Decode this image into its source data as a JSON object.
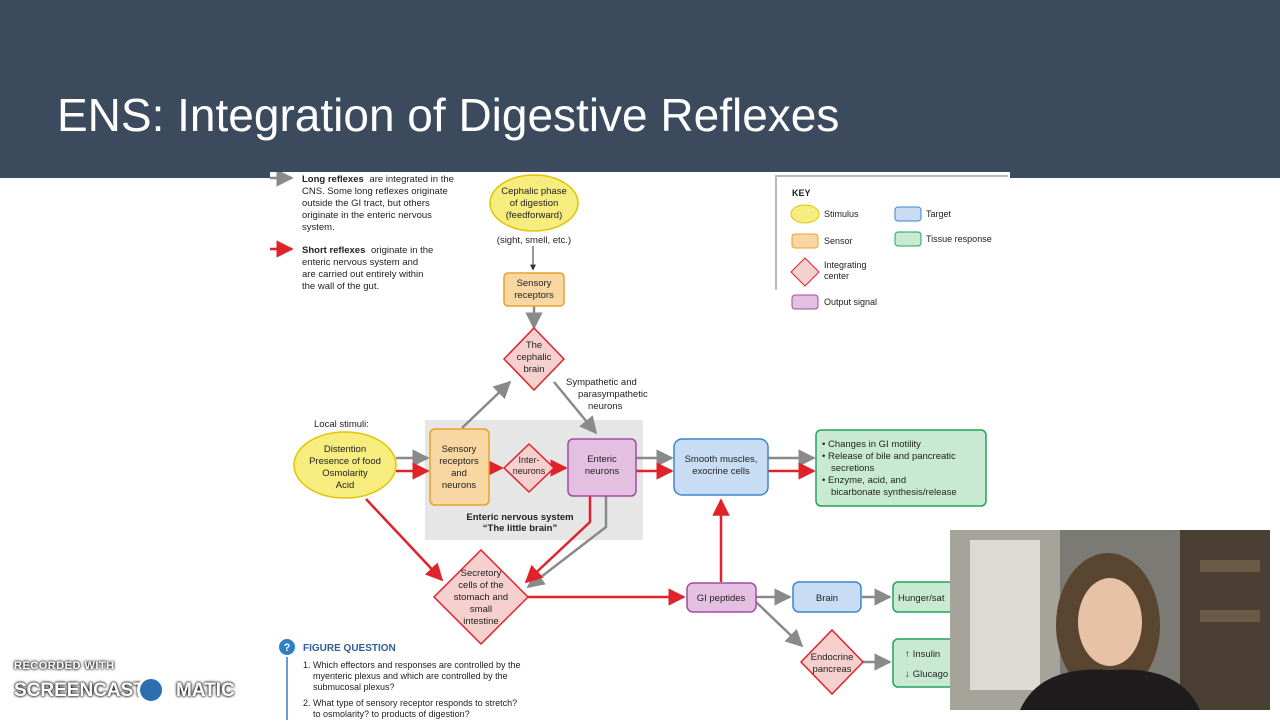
{
  "slide": {
    "title": "ENS: Integration of Digestive Reflexes"
  },
  "legend_top": {
    "long_bold": "Long reflexes",
    "long_lines": [
      "are integrated in the",
      "CNS. Some long reflexes originate",
      "outside the GI tract, but others",
      "originate in the enteric nervous",
      "system."
    ],
    "short_bold": "Short reflexes",
    "short_lines": [
      "originate in the",
      "enteric nervous system and",
      "are carried out entirely within",
      "the wall of the gut."
    ]
  },
  "key": {
    "title": "KEY",
    "stimulus": "Stimulus",
    "sensor": "Sensor",
    "integrating": [
      "Integrating",
      "center"
    ],
    "output": "Output signal",
    "target": "Target",
    "tissue": "Tissue response"
  },
  "nodes": {
    "cephalic_phase": [
      "Cephalic phase",
      "of digestion",
      "(feedforward)"
    ],
    "cephalic_note": "(sight, smell, etc.)",
    "sensory_receptors": [
      "Sensory",
      "receptors"
    ],
    "cephalic_brain": [
      "The",
      "cephalic",
      "brain"
    ],
    "sympathetic": [
      "Sympathetic and",
      "parasympathetic",
      "neurons"
    ],
    "local_stimuli": "Local stimuli:",
    "local_stim_node": [
      "Distention",
      "Presence of food",
      "Osmolarity",
      "Acid"
    ],
    "sensory_receptors_neurons": [
      "Sensory",
      "receptors",
      "and",
      "neurons"
    ],
    "interneurons": [
      "Inter-",
      "neurons"
    ],
    "enteric_neurons": [
      "Enteric",
      "neurons"
    ],
    "ens_label": [
      "Enteric nervous system",
      "“The little brain”"
    ],
    "smooth_muscles": [
      "Smooth muscles,",
      "exocrine cells"
    ],
    "responses": [
      "Changes in GI motility",
      "Release of bile and pancreatic",
      "secretions",
      "Enzyme, acid, and",
      "bicarbonate synthesis/release"
    ],
    "secretory_cells": [
      "Secretory",
      "cells of the",
      "stomach and",
      "small",
      "intestine"
    ],
    "gi_peptides": "GI peptides",
    "brain": "Brain",
    "hunger": "Hunger/sat",
    "endocrine": [
      "Endocrine",
      "pancreas"
    ],
    "insulin": "Insulin",
    "glucagon": "Glucago"
  },
  "figure_question": {
    "title": "FIGURE QUESTION",
    "icon": "?",
    "q1": [
      "1. Which effectors and responses are controlled by the",
      "myenteric plexus and which are controlled by the",
      "submucosal plexus?"
    ],
    "q2": [
      "2. What type of sensory receptor responds to stretch?",
      "to osmolarity? to products of digestion?"
    ]
  },
  "watermark": {
    "recorded": "RECORDED WITH",
    "brand_left": "SCREENCAST",
    "brand_right": "MATIC"
  },
  "colors": {
    "header": "#3c4a5e",
    "stimulus": "#f7ec7e",
    "sensor": "#f9d7a2",
    "integrating": "#f6cfcf",
    "output": "#e3bfe2",
    "target": "#c8dcf3",
    "tissue": "#c9ead2",
    "long_arrow": "#8a8a8a",
    "short_arrow": "#e0232b"
  }
}
